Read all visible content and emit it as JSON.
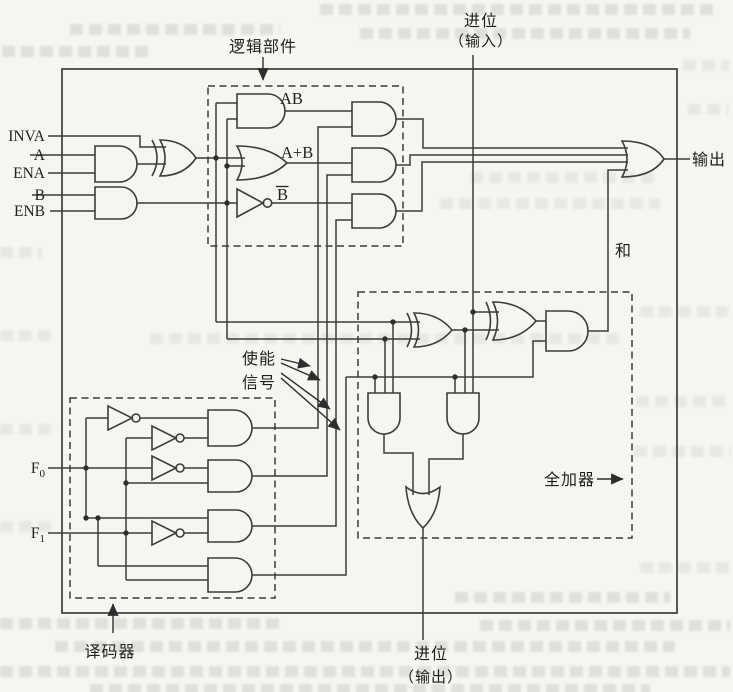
{
  "figure_labels": {
    "logic_unit": "逻辑部件",
    "carry_in_line1": "进位",
    "carry_in_line2": "（输入）",
    "output": "输出",
    "sum": "和",
    "enable_line1": "使能",
    "enable_line2": "信号",
    "full_adder": "全加器",
    "decoder": "译码器",
    "carry_out_line1": "进位",
    "carry_out_line2": "（输出）"
  },
  "signal_labels": {
    "inva": "INVA",
    "a": "A",
    "ena": "ENA",
    "b": "B",
    "enb": "ENB",
    "f_base": "F",
    "f0_subscript": "0",
    "f1_subscript": "1"
  },
  "gate_output_labels": {
    "and_ab": "AB",
    "or_a_plus_b": "A+B",
    "not_b": "B"
  },
  "colors": {
    "paper": "#f7f5f0",
    "line": "#3c3c3c",
    "text": "#1e1e1e"
  }
}
